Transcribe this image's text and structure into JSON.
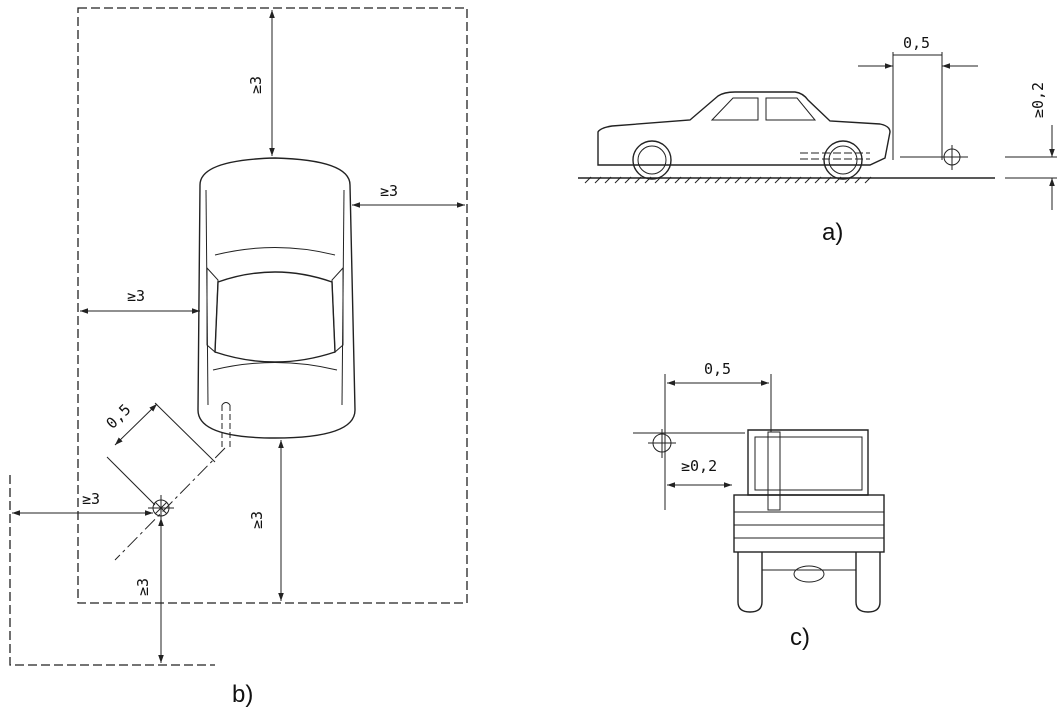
{
  "figure": {
    "b": {
      "caption": "b)",
      "labels": {
        "top": "≥3",
        "right": "≥3",
        "left": "≥3",
        "bottom": "≥3",
        "diag": "0,5",
        "ext_left": "≥3",
        "ext_bottom": "≥3"
      }
    },
    "a": {
      "caption": "a)",
      "labels": {
        "dist": "0,5",
        "height": "≥0,2"
      }
    },
    "c": {
      "caption": "c)",
      "labels": {
        "dist": "0,5",
        "height": "≥0,2"
      }
    },
    "colors": {
      "line": "#222222",
      "background": "#ffffff"
    }
  }
}
